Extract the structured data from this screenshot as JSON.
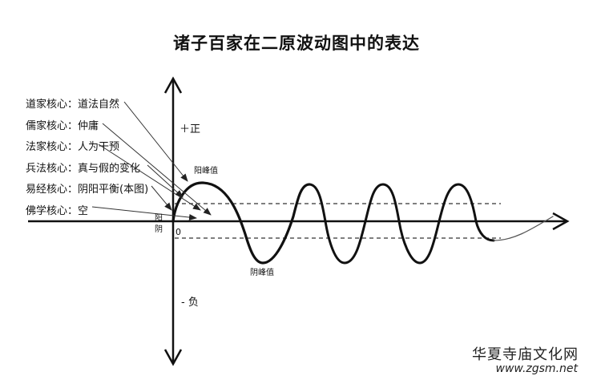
{
  "title": "诸子百家在二原波动图中的表达",
  "legend": [
    {
      "label": "道家核心：道法自然"
    },
    {
      "label": "儒家核心：仲庸"
    },
    {
      "label": "法家核心：人为干预"
    },
    {
      "label": "兵法核心：真与假的变化"
    },
    {
      "label": "易经核心：阴阳平衡(本图)"
    },
    {
      "label": "佛学核心：空"
    }
  ],
  "axis": {
    "positive_label": "＋正",
    "negative_label": "- 负",
    "origin_label": "0",
    "yang_label": "阳",
    "yin_label": "阴"
  },
  "wave": {
    "yang_peak_label": "阳峰值",
    "yin_peak_label": "阴峰值"
  },
  "watermark": {
    "site_name": "华夏寺庙文化网",
    "url": "www.zgsm.net"
  }
}
